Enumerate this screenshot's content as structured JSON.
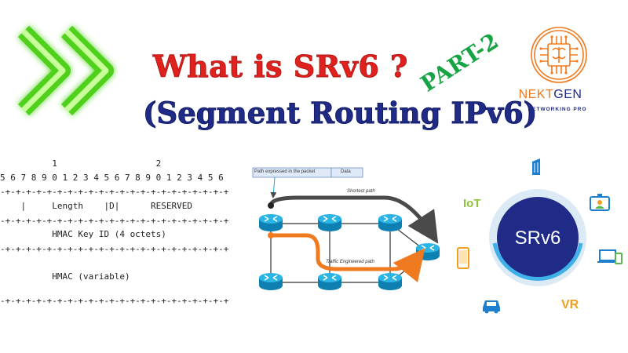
{
  "title": {
    "line1": "What is SRv6 ?",
    "line2": "(Segment Routing IPv6)",
    "part_badge": "PART-2"
  },
  "logo": {
    "name_part1": "NEKT",
    "name_part2": "GEN",
    "tagline": "NETWORKING PRO"
  },
  "packet_header": {
    "lines": [
      "          1                   2",
      "5 6 7 8 9 0 1 2 3 4 5 6 7 8 9 0 1 2 3 4 5 6",
      "-+-+-+-+-+-+-+-+-+-+-+-+-+-+-+-+-+-+-+-+-+-+",
      "    |     Length    |D|      RESERVED",
      "-+-+-+-+-+-+-+-+-+-+-+-+-+-+-+-+-+-+-+-+-+-+",
      "          HMAC Key ID (4 octets)",
      "-+-+-+-+-+-+-+-+-+-+-+-+-+-+-+-+-+-+-+-+-+-+",
      "",
      "          HMAC (variable)",
      "",
      "-+-+-+-+-+-+-+-+-+-+-+-+-+-+-+-+-+-+-+-+-+-+"
    ]
  },
  "diagram": {
    "packet_path_label": "Path expressed in the packet",
    "packet_data_label": "Data",
    "shortest_path_label": "Shortest path",
    "te_path_label": "Traffic Engineered path",
    "colors": {
      "router": "#1ea5d9",
      "shortest": "#4a4a4a",
      "te": "#f07a1f"
    }
  },
  "srv6_graphic": {
    "center_label": "SRv6",
    "iot_label": "IoT",
    "vr_label": "VR",
    "icons": [
      "building-icon",
      "id-card-icon",
      "laptop-phone-icon",
      "smartphone-icon",
      "car-icon"
    ]
  },
  "colors": {
    "title_red": "#e0221f",
    "title_blue": "#1f2b86",
    "part_green": "#17a445",
    "arrow_green": "#6be02a",
    "logo_orange": "#f07a1f"
  }
}
